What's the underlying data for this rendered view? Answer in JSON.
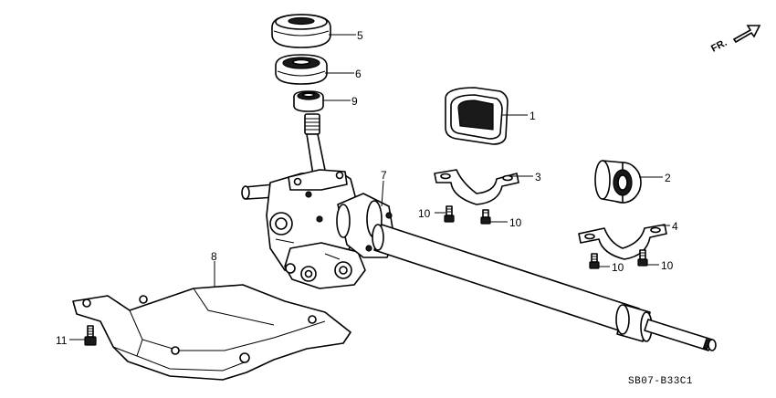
{
  "callouts": [
    {
      "id": "c5",
      "number": "5"
    },
    {
      "id": "c6",
      "number": "6"
    },
    {
      "id": "c9",
      "number": "9"
    },
    {
      "id": "c1",
      "number": "1"
    },
    {
      "id": "c7",
      "number": "7"
    },
    {
      "id": "c3",
      "number": "3"
    },
    {
      "id": "c2",
      "number": "2"
    },
    {
      "id": "c10a",
      "number": "10"
    },
    {
      "id": "c10b",
      "number": "10"
    },
    {
      "id": "c4",
      "number": "4"
    },
    {
      "id": "c8",
      "number": "8"
    },
    {
      "id": "c10c",
      "number": "10"
    },
    {
      "id": "c10d",
      "number": "10"
    },
    {
      "id": "c11",
      "number": "11"
    }
  ],
  "direction_indicator": {
    "label": "FR."
  },
  "diagram_code": "SB07-B33C1"
}
